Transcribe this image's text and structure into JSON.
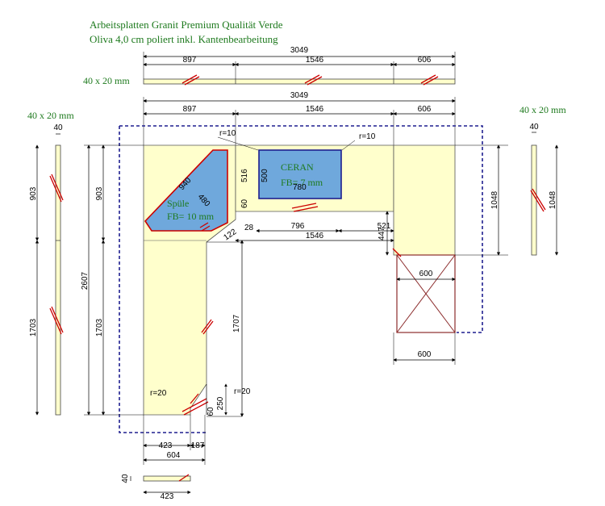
{
  "title": {
    "line1": "Arbeitsplatten Granit Premium Qualität Verde",
    "line2": "Oliva 4,0 cm poliert inkl. Kantenbearbeitung"
  },
  "colors": {
    "slab": "#ffffcc",
    "sink": "#6fa8dc",
    "outline": "#1f1f8f",
    "cut": "#cc0000",
    "label": "#1e7a1e"
  },
  "labels": {
    "strip_size_left": "40 x 20 mm",
    "strip_size_top": "40 x 20 mm",
    "strip_size_right": "40 x 20 mm",
    "ceran": "CERAN",
    "ceran_fb": "FB= 7 mm",
    "spuele": "Spüle",
    "spuele_fb": "FB= 10 mm"
  },
  "dims": {
    "top_total": "3049",
    "top_a": "897",
    "top_b": "1546",
    "top_c": "606",
    "main_total": "3049",
    "main_a": "897",
    "main_b": "1546",
    "main_c": "606",
    "left_strip_w": "40",
    "left_strip_upper": "903",
    "left_strip_lower": "1703",
    "left_upper": "903",
    "left_total": "2607",
    "left_lower": "1703",
    "sink_940": "940",
    "sink_480": "480",
    "r_left": "r=10",
    "r_right": "r=10",
    "ceran_depth_outer": "516",
    "ceran_depth": "500",
    "ceran_width": "780",
    "ceran_60": "60",
    "d_28": "28",
    "d_796": "796",
    "d_521": "521",
    "d_1546": "1546",
    "d_122": "122",
    "d_447": "447",
    "d_1707": "1707",
    "r20_left": "r=20",
    "r20_right": "r=20",
    "d_250": "250",
    "d_60b": "60",
    "bottom_423": "423",
    "bottom_187": "187",
    "bottom_604": "604",
    "small_40": "40",
    "small_423": "423",
    "right_strip_w": "40",
    "right_strip_h": "1048",
    "right_h": "1048",
    "box_600_top": "600",
    "box_600_bottom": "600"
  }
}
